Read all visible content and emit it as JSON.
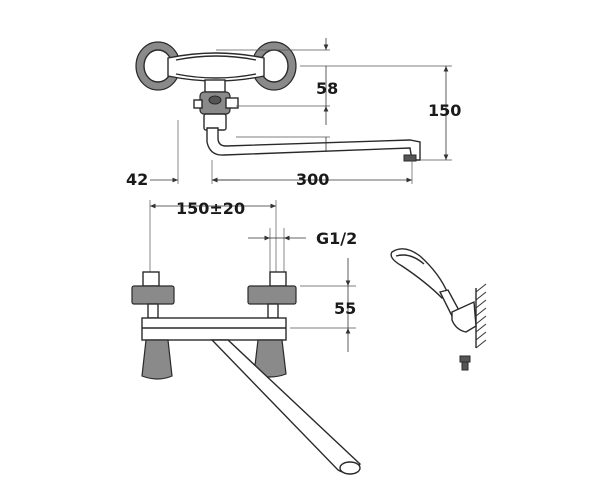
{
  "dimensions": {
    "top_view": {
      "height_offset": "58",
      "total_height": "150",
      "wall_offset": "42",
      "spout_length": "300"
    },
    "front_view": {
      "centers": "150±20",
      "thread": "G1/2",
      "height": "55"
    }
  }
}
